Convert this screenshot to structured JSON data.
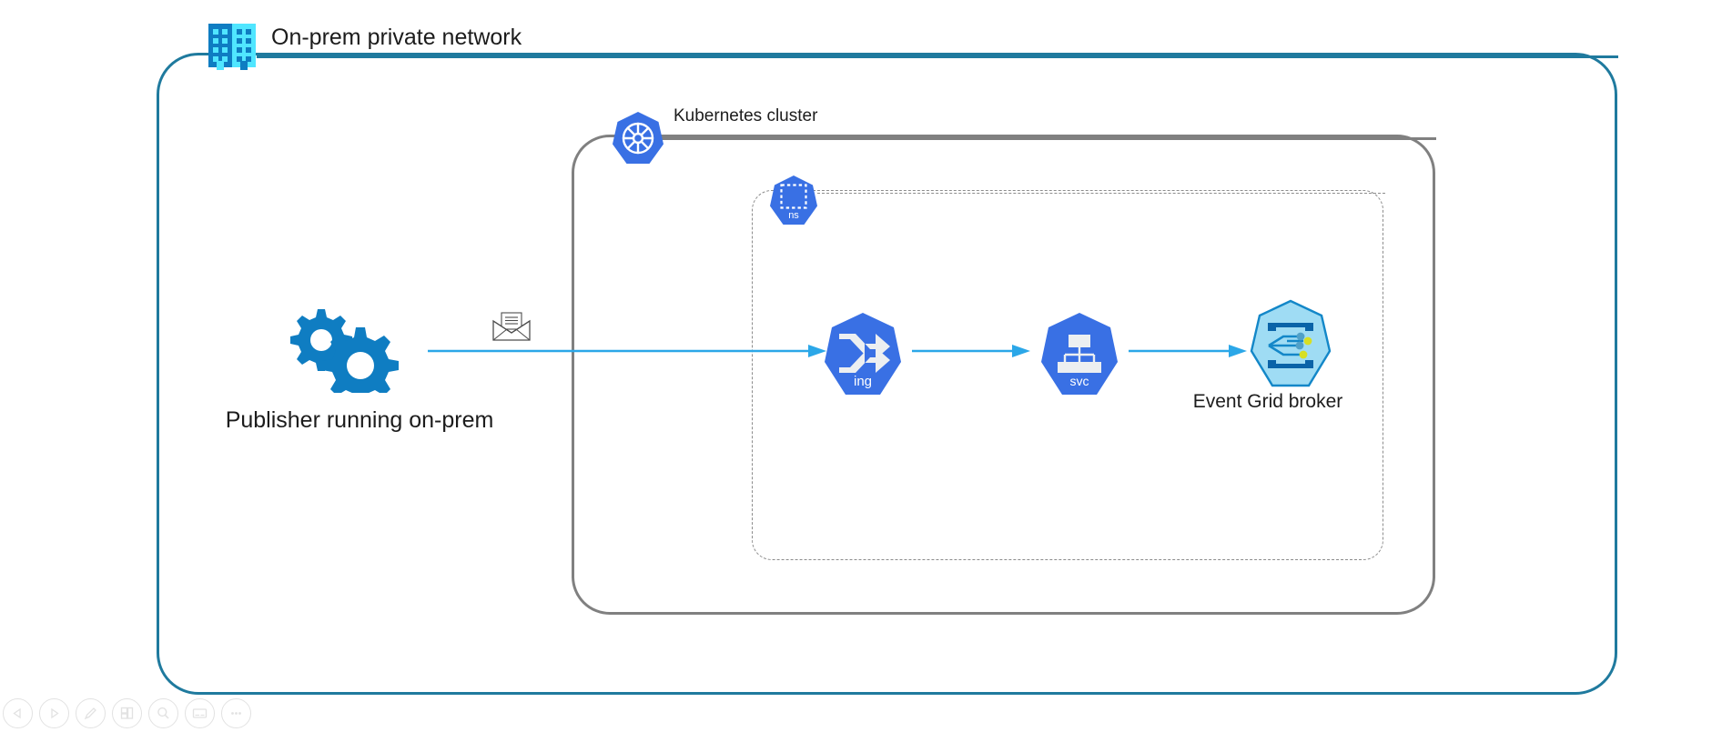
{
  "diagram": {
    "title": "On-prem private network",
    "boundaries": [
      {
        "id": "network",
        "label": "On-prem private network",
        "icon": "office-building-icon",
        "border_color": "#1F7A9E",
        "border_style": "solid"
      },
      {
        "id": "cluster",
        "label": "Kubernetes cluster",
        "icon": "kubernetes-helm-icon",
        "border_color": "#808080",
        "border_style": "solid"
      },
      {
        "id": "namespace",
        "label": "ns",
        "icon": "kubernetes-namespace-icon",
        "border_color": "#8c8c8c",
        "border_style": "dashed"
      }
    ],
    "nodes": [
      {
        "id": "publisher",
        "caption": "Publisher running on-prem",
        "icon": "gears-icon",
        "color": "#0F7DC2"
      },
      {
        "id": "message",
        "caption": "",
        "icon": "envelope-icon",
        "color": "#4d4d4d"
      },
      {
        "id": "ingress",
        "caption": "ing",
        "icon": "kubernetes-ingress-icon",
        "color": "#3970E4"
      },
      {
        "id": "service",
        "caption": "svc",
        "icon": "kubernetes-service-icon",
        "color": "#3970E4"
      },
      {
        "id": "broker",
        "caption": "Event Grid broker",
        "icon": "event-grid-broker-icon",
        "color": "#9FDCF4"
      }
    ],
    "connectors": [
      {
        "from": "publisher",
        "to": "ingress",
        "color": "#2BA7E8",
        "arrow": true
      },
      {
        "from": "ingress",
        "to": "service",
        "color": "#2BA7E8",
        "arrow": true
      },
      {
        "from": "service",
        "to": "broker",
        "color": "#2BA7E8",
        "arrow": true
      }
    ]
  },
  "toolbar": {
    "buttons": [
      {
        "name": "previous-page-button",
        "icon": "triangle-left-icon",
        "label": "Previous"
      },
      {
        "name": "next-page-button",
        "icon": "triangle-right-icon",
        "label": "Next"
      },
      {
        "name": "edit-button",
        "icon": "pencil-icon",
        "label": "Edit"
      },
      {
        "name": "layers-button",
        "icon": "layers-icon",
        "label": "Layers"
      },
      {
        "name": "zoom-button",
        "icon": "magnifier-icon",
        "label": "Zoom"
      },
      {
        "name": "fit-page-button",
        "icon": "fit-page-icon",
        "label": "Fit page"
      },
      {
        "name": "more-options-button",
        "icon": "ellipsis-icon",
        "label": "More"
      }
    ]
  }
}
